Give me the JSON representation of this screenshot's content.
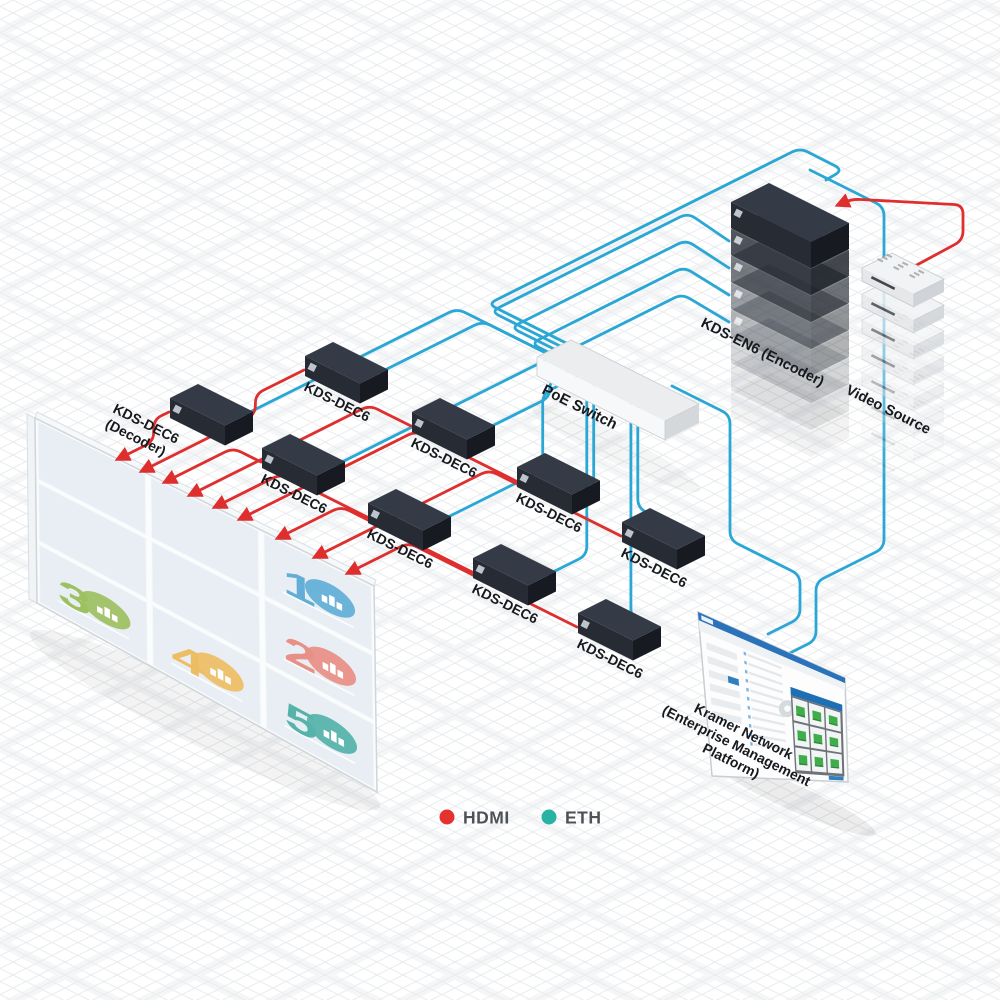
{
  "devices": {
    "encoder_label": "KDS-EN6 (Encoder)",
    "video_source_label": "Video Source",
    "switch_label": "PoE Switch",
    "decoder_label": "KDS-DEC6",
    "decoder_sublabel": "(Decoder)",
    "decoder_count": 9,
    "encoder_stack_count": 5,
    "video_source_stack_count": 5,
    "management_label_lines": [
      "Kramer Network",
      "(Enterprise Management",
      "Platform)"
    ]
  },
  "legend": {
    "items": [
      {
        "label": "HDMI",
        "color": "#e43131"
      },
      {
        "label": "ETH",
        "color": "#28b2a4"
      }
    ]
  },
  "wall_tiles": [
    {
      "number": "1",
      "color": "#62aed6",
      "icon": "factory-icon"
    },
    {
      "number": "2",
      "color": "#e88f87",
      "icon": "truck-icon"
    },
    {
      "number": "3",
      "color": "#9dc161",
      "icon": "person-icon"
    },
    {
      "number": "4",
      "color": "#edbd63",
      "icon": "handshake-icon"
    },
    {
      "number": "5",
      "color": "#55b3aa",
      "icon": "mail-icon"
    }
  ],
  "colors": {
    "eth_line": "#2aa7d4",
    "hdmi_line": "#df2e2e",
    "grid_line": "#e9eced",
    "grid_line_coarse": "#f5f6f8",
    "box_dark_top": "#343b47",
    "box_dark_front": "#262b34",
    "box_dark_side": "#171b21",
    "switch_top": "#ebedef",
    "switch_front": "#f7f8f9",
    "switch_side": "#d5d8db",
    "source_top": "#f2f3f5",
    "source_front": "#e5e7e9",
    "source_side": "#d0d3d7",
    "wall_tile": "#e8eef4",
    "map_blue": "#a9cbe5",
    "map_blue_dark": "#8fbbdd",
    "map_teal": "#7fb3cf",
    "screen_header": "#2a72b9",
    "screen_panel_gray": "#6d7377",
    "screen_green": "#3fae4a",
    "screen_blue_button": "#2f7fc1"
  }
}
